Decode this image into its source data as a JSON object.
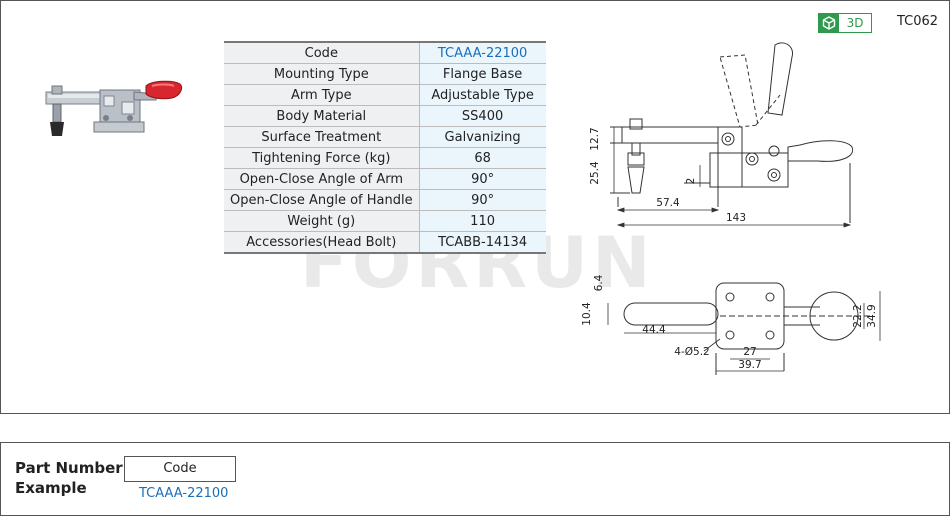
{
  "header": {
    "badge_3d": "3D",
    "page_code": "TC062"
  },
  "watermark": "FORRUN",
  "spec_table": {
    "rows": [
      {
        "key": "Code",
        "value": "TCAAA-22100"
      },
      {
        "key": "Mounting Type",
        "value": "Flange Base"
      },
      {
        "key": "Arm Type",
        "value": "Adjustable Type"
      },
      {
        "key": "Body Material",
        "value": "SS400"
      },
      {
        "key": "Surface Treatment",
        "value": "Galvanizing"
      },
      {
        "key": "Tightening Force (kg)",
        "value": "68"
      },
      {
        "key": "Open-Close Angle of Arm",
        "value": "90°"
      },
      {
        "key": "Open-Close  Angle of Handle",
        "value": "90°"
      },
      {
        "key": "Weight (g)",
        "value": "110"
      },
      {
        "key": "Accessories(Head Bolt)",
        "value": "TCABB-14134"
      }
    ]
  },
  "drawing": {
    "side_view": {
      "dim_12_7": "12.7",
      "dim_25_4": "25.4",
      "dim_2": "2",
      "dim_57_4": "57.4",
      "dim_143": "143"
    },
    "top_view": {
      "dim_6_4": "6.4",
      "dim_10_4": "10.4",
      "dim_44_4": "44.4",
      "dim_holes": "4-Ø5.2",
      "dim_27": "27",
      "dim_39_7": "39.7",
      "dim_22_2": "22.2",
      "dim_34_9": "34.9"
    }
  },
  "part_number": {
    "label_line1": "Part Number",
    "label_line2": "Example",
    "box_label": "Code",
    "example_code": "TCAAA-22100"
  },
  "colors": {
    "accent_green": "#2e9a4b",
    "link_blue": "#1b6fb8",
    "handle_red": "#d7262e"
  }
}
